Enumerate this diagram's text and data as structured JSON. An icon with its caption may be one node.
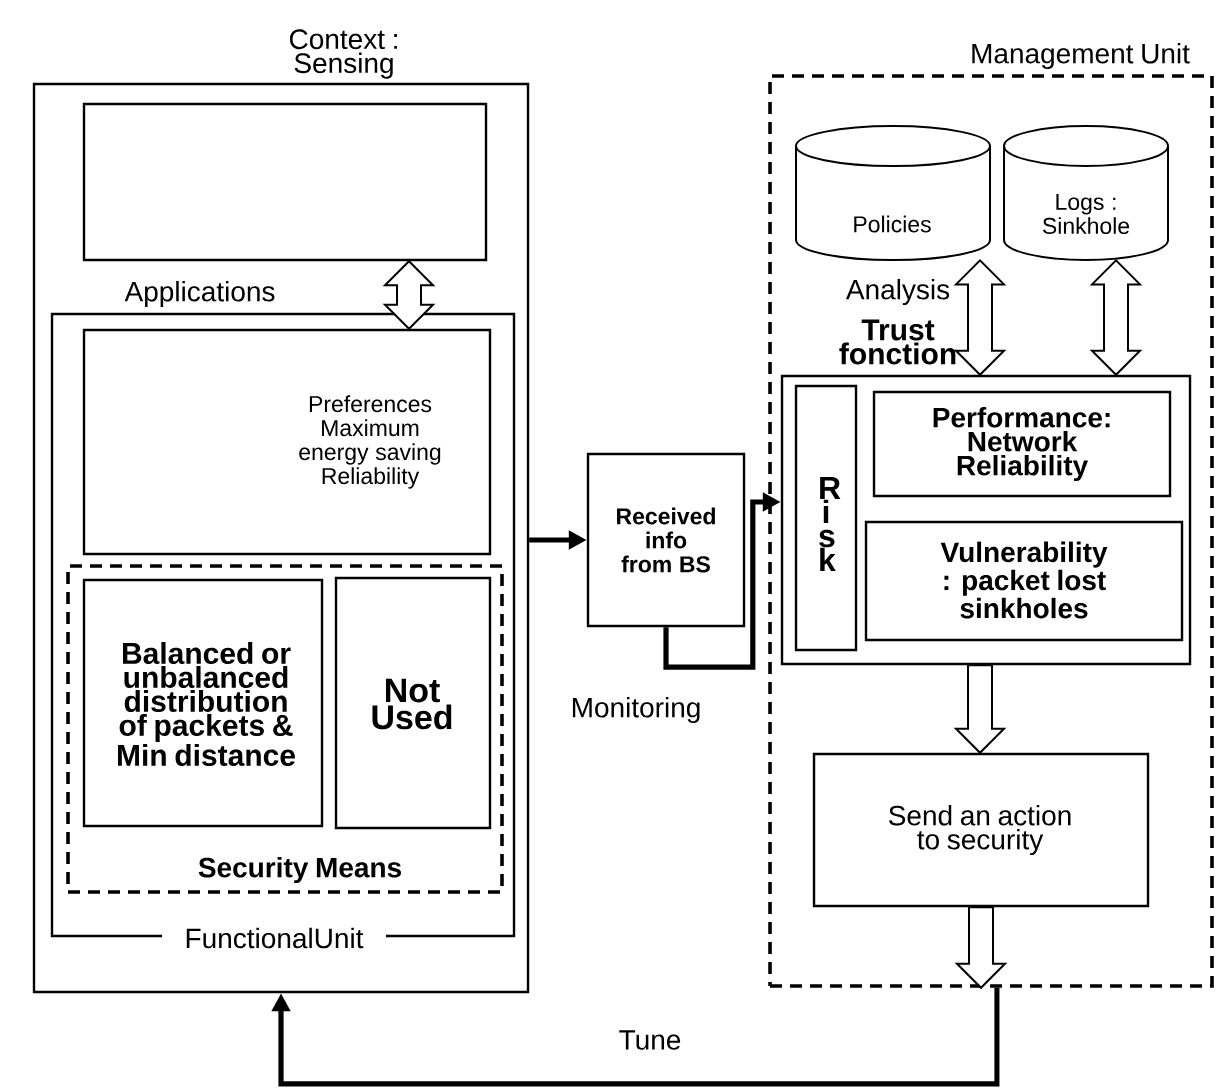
{
  "diagram": {
    "nodes": [
      {
        "text": [
          "Context : Sensing"
        ]
      },
      {
        "text": [],
        "shape": "box",
        "in": 0
      },
      {
        "text": [
          "Applications",
          "FunctionalUnit"
        ],
        "in": 0
      },
      {
        "text": [
          "Preferences Maximum energy saving Reliability"
        ],
        "in": 2
      },
      {
        "text": [
          "Security Means"
        ],
        "in": 2
      },
      {
        "text": [
          "Balanced or unbalanced distribution of packets & Min distance"
        ],
        "in": 4
      },
      {
        "text": [
          "Not Used"
        ],
        "in": 4
      },
      {
        "text": [
          "Received info from BS"
        ]
      },
      {
        "text": [
          "Management Unit"
        ]
      },
      {
        "text": [
          "Policies"
        ],
        "in": 8
      },
      {
        "text": [
          "Logs : Sinkhole"
        ],
        "in": 8
      },
      {
        "text": [
          "Trust fonction"
        ],
        "in": 8
      },
      {
        "text": [
          "R i s k"
        ],
        "in": 11
      },
      {
        "text": [
          "Performance: Network Reliability"
        ],
        "in": 11
      },
      {
        "text": [
          "Vulnerability : packet lost sinkholes"
        ],
        "in": 11
      },
      {
        "text": [
          "Send an action to security"
        ],
        "in": 8
      }
    ],
    "edges": [
      {
        "from": 1,
        "to": 3,
        "arrow": "both",
        "style": "thick"
      },
      {
        "from": 0,
        "to": 7,
        "arrow": "to"
      },
      {
        "from": 7,
        "to": 11,
        "arrow": "to",
        "label": "Monitoring"
      },
      {
        "from": 9,
        "to": 11,
        "arrow": "both",
        "style": "thick"
      },
      {
        "from": 10,
        "to": 11,
        "arrow": "both",
        "style": "thick"
      },
      {
        "from": 11,
        "to": 15,
        "arrow": "to",
        "style": "thick"
      },
      {
        "from": 15,
        "to": 8,
        "arrow": "to",
        "style": "thick"
      },
      {
        "from": 8,
        "to": 0,
        "arrow": "to",
        "label": "Tune"
      }
    ],
    "labels": [
      "Analysis"
    ]
  }
}
